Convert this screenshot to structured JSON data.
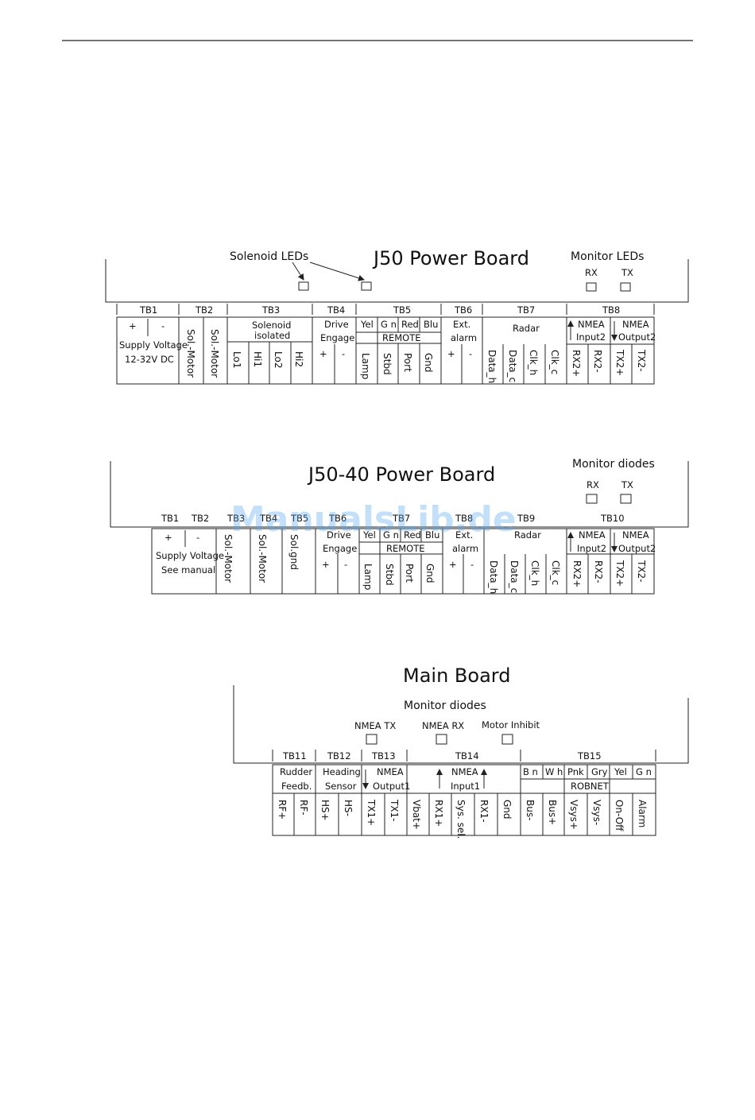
{
  "board1": {
    "title": "J50  Power  Board",
    "solenoid_leds": "Solenoid  LEDs",
    "monitor_leds": "Monitor  LEDs",
    "rx": "RX",
    "tx": "TX",
    "tbs": [
      "TB1",
      "TB2",
      "TB3",
      "TB4",
      "TB5",
      "TB6",
      "TB7",
      "TB8"
    ],
    "supply_plus": "+",
    "supply_minus": "-",
    "supply_voltage": "Supply  Voltage",
    "supply_range": "12-32V  DC",
    "sol_motor": "Sol.-Motor",
    "solenoid": "Solenoid",
    "isolated": "isolated",
    "tb3_pins": [
      "Lo1",
      "Hi1",
      "Lo2",
      "Hi2"
    ],
    "drive": "Drive",
    "engage": "Engage",
    "plus": "+",
    "minus": "-",
    "colors": [
      "Yel",
      "G n",
      "Red",
      "Blu"
    ],
    "remote": "REMOTE",
    "remote_pins": [
      "Lamp",
      "Stbd",
      "Port",
      "Gnd"
    ],
    "ext": "Ext.",
    "alarm": "alarm",
    "radar": "Radar",
    "radar_pins": [
      "Data_h",
      "Data_c",
      "Clk_h",
      "Clk_c"
    ],
    "nmea": "NMEA",
    "input2": "Input2",
    "output2": "Output2",
    "nmea_pins": [
      "RX2+",
      "RX2-",
      "TX2+",
      "TX2-"
    ]
  },
  "board2": {
    "title": "J50-40  Power  Board",
    "monitor_diodes": "Monitor  diodes",
    "rx": "RX",
    "tx": "TX",
    "tbs": [
      "TB1",
      "TB2",
      "TB3",
      "TB4",
      "TB5",
      "TB6",
      "TB7",
      "TB8",
      "TB9",
      "TB10"
    ],
    "supply_plus": "+",
    "supply_minus": "-",
    "supply_voltage": "Supply  Voltage",
    "see_manual": "See  manual",
    "sol_motor": "Sol.-Motor",
    "sol_gnd": "Sol.gnd",
    "drive": "Drive",
    "engage": "Engage",
    "plus": "+",
    "minus": "-",
    "colors": [
      "Yel",
      "G n",
      "Red",
      "Blu"
    ],
    "remote": "REMOTE",
    "remote_pins": [
      "Lamp",
      "Stbd",
      "Port",
      "Gnd"
    ],
    "ext": "Ext.",
    "alarm": "alarm",
    "radar": "Radar",
    "radar_pins": [
      "Data_h",
      "Data_c",
      "Clk_h",
      "Clk_c"
    ],
    "nmea": "NMEA",
    "input2": "Input2",
    "output2": "Output2",
    "nmea_pins": [
      "RX2+",
      "RX2-",
      "TX2+",
      "TX2-"
    ]
  },
  "board3": {
    "title": "Main  Board",
    "monitor_diodes": "Monitor  diodes",
    "nmea_tx": "NMEA  TX",
    "nmea_rx": "NMEA  RX",
    "motor_inhibit": "Motor  Inhibit",
    "tbs": [
      "TB11",
      "TB12",
      "TB13",
      "TB14",
      "TB15"
    ],
    "rudder": "Rudder",
    "feedb": "Feedb.",
    "heading": "Heading",
    "sensor": "Sensor",
    "nmea": "NMEA",
    "output1": "Output1",
    "input1": "Input1",
    "robnet_colors": [
      "B n",
      "W h",
      "Pnk",
      "Gry",
      "Yel",
      "G n"
    ],
    "robnet": "ROBNET",
    "pins": [
      "RF+",
      "RF-",
      "HS+",
      "HS-",
      "TX1+",
      "TX1-",
      "Vbat+",
      "RX1+",
      "Sys. sel.",
      "RX1-",
      "Gnd",
      "Bus-",
      "Bus+",
      "Vsys+",
      "Vsys-",
      "On-Off",
      "Alarm"
    ]
  },
  "watermark": "ManualsLib.de"
}
